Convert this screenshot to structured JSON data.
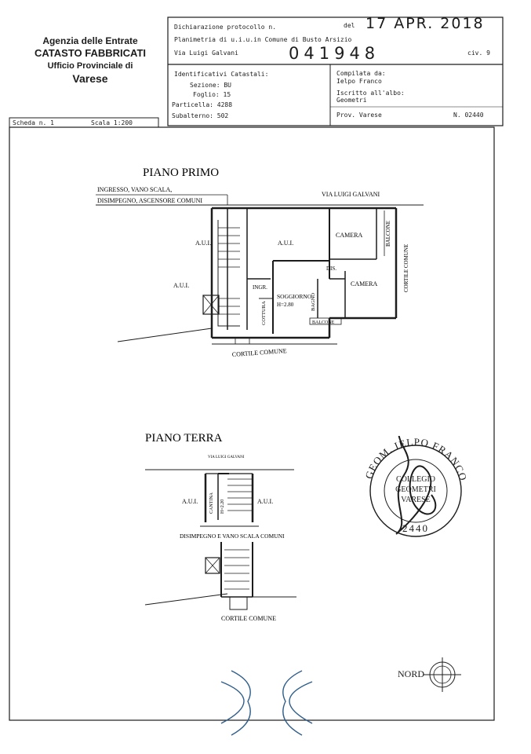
{
  "agency": {
    "name": "Agenzia delle Entrate",
    "dept": "CATASTO FABBRICATI",
    "office": "Ufficio Provinciale di",
    "city": "Varese"
  },
  "header": {
    "protocol_label": "Dichiarazione protocollo n.",
    "del_label": "del",
    "date_stamp": "17 APR. 2018",
    "planimetria": "Planimetria di u.i.u.in Comune di Busto Arsizio",
    "street": "Via Luigi Galvani",
    "protocol_number": "041948",
    "civ": "civ. 9"
  },
  "identifiers": {
    "title": "Identificativi Catastali:",
    "sezione": "Sezione: BU",
    "foglio": "Foglio: 15",
    "particella": "Particella: 4288",
    "subalterno": "Subalterno: 502"
  },
  "compilata": {
    "label": "Compilata da:",
    "name": "Ielpo Franco",
    "iscritto": "Iscritto all'albo:",
    "albo": "Geometri",
    "prov": "Prov. Varese",
    "number": "N. 02440"
  },
  "scheda": {
    "label": "Scheda n. 1",
    "scale": "Scala 1:200"
  },
  "piano_primo": {
    "title": "PIANO PRIMO",
    "ingresso_1": "INGRESSO, VANO SCALA,",
    "ingresso_2": "DISIMPEGNO, ASCENSORE COMUNI",
    "street": "VIA LUIGI GALVANI",
    "aui": "A.U.I.",
    "camera": "CAMERA",
    "balcone": "BALCONE",
    "cortile_comune": "CORTILE COMUNE",
    "dis": "DIS.",
    "ingr": "INGR.",
    "soggiorno": "SOGGIORNO",
    "height": "H=2.80",
    "cottura": "COTTURA",
    "bagno": "BAGNO"
  },
  "piano_terra": {
    "title": "PIANO TERRA",
    "street": "VIA LUIGI GALVANI",
    "aui": "A.U.I.",
    "cantina": "CANTINA",
    "cantina_h": "H=2.20",
    "disimpegno": "DISIMPEGNO E VANO SCALA COMUNI",
    "cortile_comune": "CORTILE COMUNE"
  },
  "stamp": {
    "ring": "GEOM. IELPO FRANCO",
    "center_1": "COLLEGIO",
    "center_2": "GEOMETRI",
    "center_3": "VARESE",
    "number": "2440"
  },
  "north_label": "NORD",
  "colors": {
    "ink": "#1c1c1c",
    "logo": "#2f5d8a"
  }
}
